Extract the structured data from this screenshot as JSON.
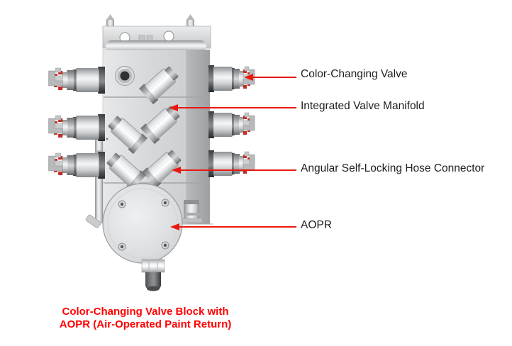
{
  "illustration": {
    "subject": "color-changing valve block 3D render",
    "parts": [
      "mounting-bracket",
      "valve-manifold-block",
      "side-valves",
      "diagonal-hose-connectors",
      "aopr-disc",
      "drain-nozzle"
    ]
  },
  "annotations": [
    {
      "label": "Color-Changing Valve",
      "target": "right-side-valve-row-1"
    },
    {
      "label": "Integrated Valve Manifold",
      "target": "manifold-block-face"
    },
    {
      "label": "Angular Self-Locking Hose Connector",
      "target": "diagonal-hex-connector-row-3"
    },
    {
      "label": "AOPR",
      "target": "round-aopr-disc"
    }
  ],
  "caption": {
    "line1": "Color-Changing Valve Block with",
    "line2": "AOPR (Air-Operated Paint Return)"
  },
  "colors": {
    "arrow_red": "#e8190f",
    "caption_red": "#ff0000",
    "label_text": "#1e1e1e",
    "page_bg": "#ffffff",
    "metal_light": "#eceeef",
    "metal_mid": "#cfd1d3",
    "metal_dark": "#54575a",
    "seal_red": "#c32b24"
  }
}
